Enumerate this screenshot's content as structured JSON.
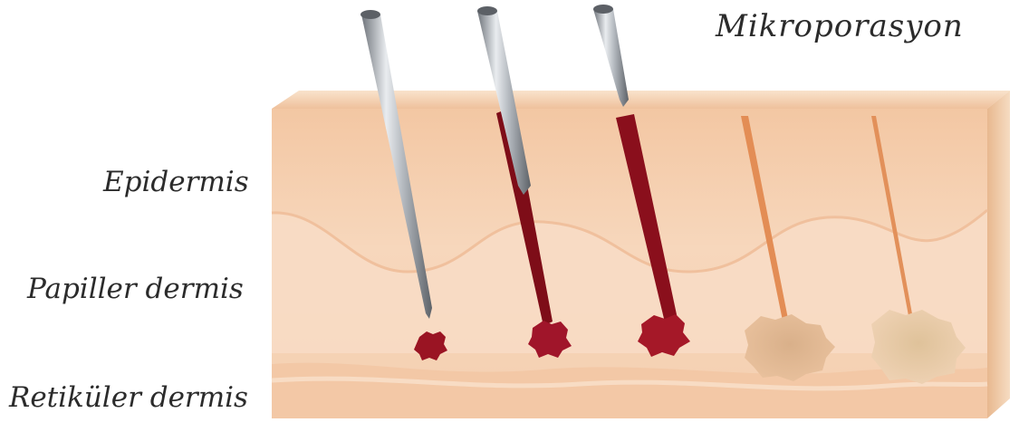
{
  "title": "Mikroporasyon",
  "layers": {
    "epidermis": "Epidermis",
    "papillary": "Papiller dermis",
    "reticular": "Retiküler dermis"
  },
  "colors": {
    "skin_top": "#f6d5b6",
    "skin_mid": "#f2c6a4",
    "papillary": "#f7dcc4",
    "reticular": "#f5d0b2",
    "blood": "#8e0f1b",
    "healing": "#e59a63",
    "needle": "#b9bdc3"
  },
  "stages": [
    {
      "needle": "full",
      "channel": "none",
      "wound": "blood-small"
    },
    {
      "needle": "partial",
      "channel": "blood",
      "wound": "blood"
    },
    {
      "needle": "tip-only",
      "channel": "blood",
      "wound": "blood-large"
    },
    {
      "needle": "none",
      "channel": "orange",
      "wound": "healing"
    },
    {
      "needle": "none",
      "channel": "orange-thin",
      "wound": "healed"
    }
  ]
}
